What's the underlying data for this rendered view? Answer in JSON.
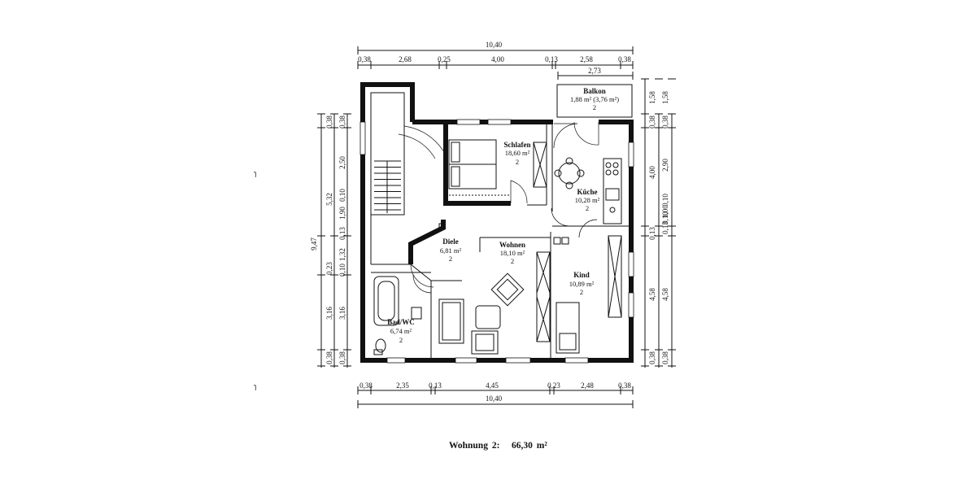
{
  "dimensions": {
    "top_total": "10,40",
    "top_segments": [
      "0,38",
      "2,68",
      "0,25",
      "4,00",
      "0,13",
      "2,58",
      "0,38"
    ],
    "top_balcony": "2,73",
    "bottom_segments": [
      "0,38",
      "2,35",
      "0,13",
      "4,45",
      "0,23",
      "2,48",
      "0,38"
    ],
    "bottom_total": "10,40",
    "left_total": "9,47",
    "left_outer": [
      "0,38",
      "5,32",
      "0,23",
      "3,16",
      "0,38"
    ],
    "left_inner": [
      "0,38",
      "2,50",
      "0,10",
      "1,90",
      "0,13",
      "1,32",
      "0,10",
      "3,16",
      "0,38"
    ],
    "right_outer": [
      "1,58",
      "0,38",
      "4,00",
      "0,13",
      "4,58",
      "0,38"
    ],
    "right_inner": [
      "1,58",
      "0,38",
      "2,90",
      "0,10",
      "1,00",
      "0,10",
      "0,13",
      "4,58",
      "0,38"
    ]
  },
  "rooms": {
    "balkon": {
      "name": "Balkon",
      "area": "1,88 m² (3,76 m²)",
      "count": "2"
    },
    "schlafen": {
      "name": "Schlafen",
      "area": "18,60 m²",
      "count": "2"
    },
    "kueche": {
      "name": "Küche",
      "area": "10,28 m²",
      "count": "2"
    },
    "diele": {
      "name": "Diele",
      "area": "6,81 m²",
      "count": "2"
    },
    "wohnen": {
      "name": "Wohnen",
      "area": "18,10 m²",
      "count": "2"
    },
    "kind": {
      "name": "Kind",
      "area": "10,89 m²",
      "count": "2"
    },
    "bad": {
      "name": "Bad/WC",
      "area": "6,74 m²",
      "count": "2"
    }
  },
  "caption": {
    "label": "Wohnung 2:",
    "total": "66,30 m²"
  }
}
